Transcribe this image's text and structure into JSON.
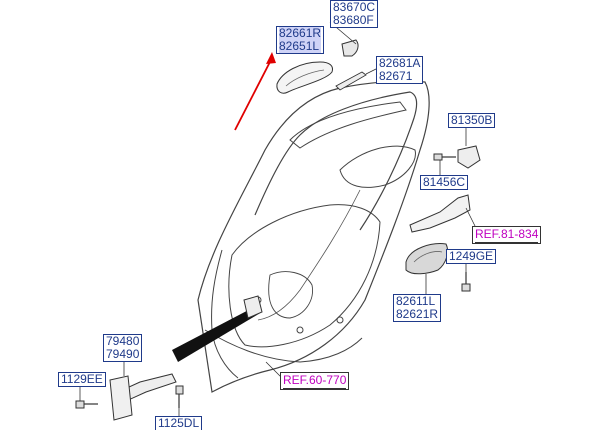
{
  "colors": {
    "label_text": "#1f3a8a",
    "ref_text": "#c000c0",
    "arrow": "#e00000",
    "line": "#333333",
    "highlight": "#cfd3f7"
  },
  "labels": {
    "handle_outer": [
      "82661R",
      "82651L"
    ],
    "cap": [
      "83670C",
      "83680F"
    ],
    "rod": [
      "82681A",
      "82671"
    ],
    "striker": [
      "81350B"
    ],
    "bolt_upper": [
      "81456C"
    ],
    "bolt_lower": [
      "1249GE"
    ],
    "handle_inner": [
      "82611L",
      "82621R"
    ],
    "checker": [
      "79480",
      "79490"
    ],
    "bolt_left": [
      "1129EE"
    ],
    "bolt_bottom": [
      "1125DL"
    ]
  },
  "refs": {
    "ref_latch": "REF.81-834",
    "ref_trim": "REF.60-770"
  }
}
